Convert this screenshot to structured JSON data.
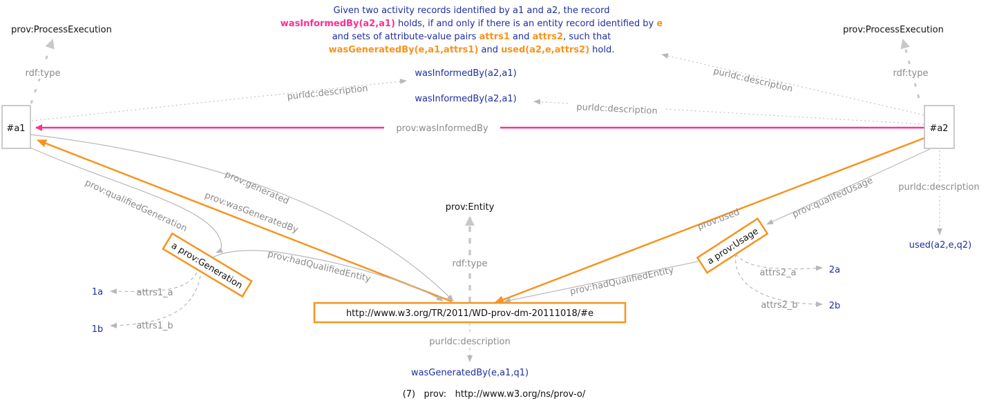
{
  "description": {
    "part1": "Given two activity records identified by a1 and a2, the record",
    "term_wib": "wasInformedBy(a2,a1)",
    "part2": " holds, if and only if there is an entity record identified by ",
    "term_e": "e",
    "part3": " and sets of attribute-value pairs ",
    "term_attrs1": "attrs1",
    "part4": " and ",
    "term_attrs2": "attrs2",
    "part5": ", such that ",
    "term_wgb": "wasGeneratedBy(e,a1,attrs1)",
    "part6": " and ",
    "term_used": "used(a2,e,attrs2)",
    "part7": " hold."
  },
  "nodes": {
    "a1": "#a1",
    "a2": "#a2",
    "entity_uri": "http://www.w3.org/TR/2011/WD-prov-dm-20111018/#e",
    "generation": "a prov:Generation",
    "usage": "a prov:Usage",
    "type_left": "prov:ProcessExecution",
    "type_right": "prov:ProcessExecution",
    "type_entity": "prov:Entity",
    "wib_desc_1": "wasInformedBy(a2,a1)",
    "wib_desc_2": "wasInformedBy(a2,a1)",
    "used_desc": "used(a2,e,q2)",
    "wgb_desc": "wasGeneratedBy(e,a1,q1)",
    "v1a": "1a",
    "v1b": "1b",
    "v2a": "2a",
    "v2b": "2b"
  },
  "edges": {
    "was_informed_by": "prov:wasInformedBy",
    "rdf_type_left": "rdf:type",
    "rdf_type_right": "rdf:type",
    "rdf_type_entity": "rdf:type",
    "purl_desc_left": "purldc:description",
    "purl_desc_mid": "purldc:description",
    "purl_desc_top": "purldc:description",
    "purl_desc_right": "purldc:description",
    "purl_desc_entity": "purldc:description",
    "qualified_generation": "prov:qualifiedGeneration",
    "was_generated_by": "prov:wasGeneratedBy",
    "generated": "prov:generated",
    "had_qualified_entity_left": "prov:hadQualifiedEntity",
    "had_qualified_entity_right": "prov:hadQualifiedEntity",
    "used": "prov:used",
    "qualified_usage": "prov:qualifedUsage",
    "attrs1_a": "attrs1_a",
    "attrs1_b": "attrs1_b",
    "attrs2_a": "attrs2_a",
    "attrs2_b": "attrs2_b"
  },
  "footer": {
    "number": "(7)",
    "prefix": "prov:",
    "namespace": "http://www.w3.org/ns/prov-o/"
  },
  "colors": {
    "pink": "#ff2e93",
    "orange": "#f7931e",
    "gray": "#b8b8b8",
    "blue": "#1f2e9e"
  }
}
